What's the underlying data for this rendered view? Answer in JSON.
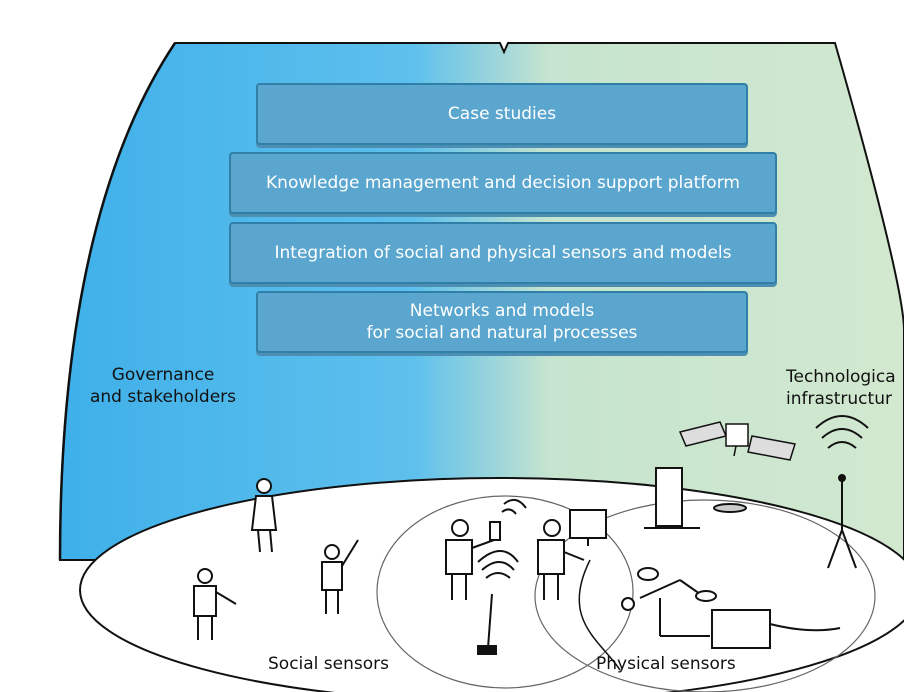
{
  "layers": [
    {
      "text": "Case studies"
    },
    {
      "text": "Knowledge management and decision support platform"
    },
    {
      "text": "Integration of social and physical sensors and models"
    },
    {
      "line1": "Networks and models",
      "line2": "for social and natural processes"
    }
  ],
  "left_label": {
    "line1": "Governance",
    "line2": "and stakeholders"
  },
  "right_label": {
    "line1": "Technologica",
    "line2": "infrastructur"
  },
  "sensors": {
    "social": "Social sensors",
    "physical": "Physical sensors"
  },
  "colors": {
    "left_bg": "#4cb6ec",
    "right_bg": "#cfe6cc",
    "layer_fill": "#5aa6cf",
    "layer_border": "#2f7fa8"
  }
}
